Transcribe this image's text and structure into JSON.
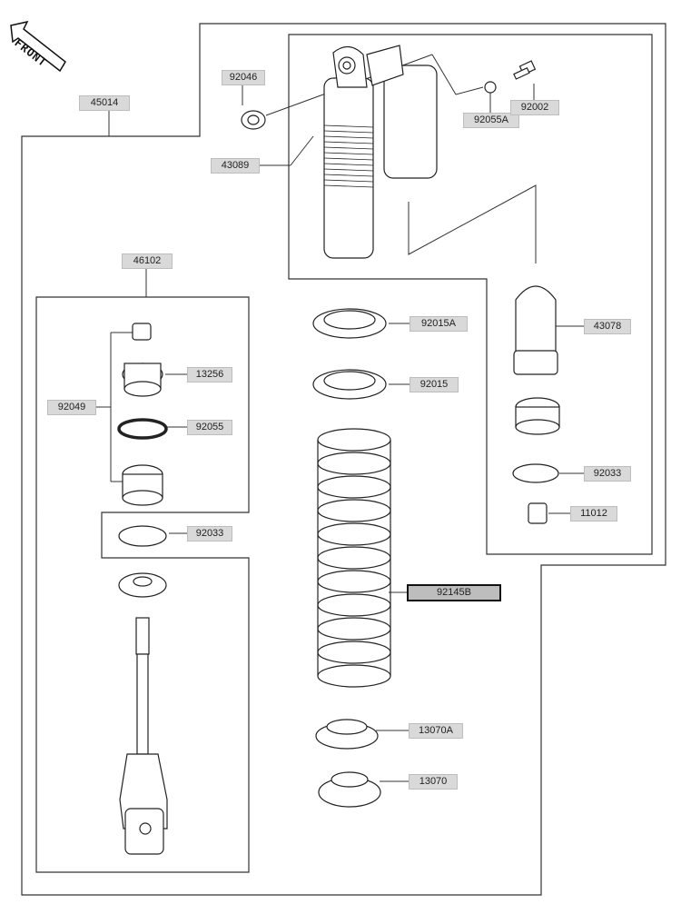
{
  "front_label": "FRONT",
  "parts": {
    "p45014": "45014",
    "p92046": "92046",
    "p43089": "43089",
    "p92055A": "92055A",
    "p92002": "92002",
    "p46102": "46102",
    "p13256": "13256",
    "p92049": "92049",
    "p92055": "92055",
    "p92033a": "92033",
    "p92015A": "92015A",
    "p92015": "92015",
    "p43078": "43078",
    "p92033b": "92033",
    "p11012": "11012",
    "p92145B": "92145B",
    "p13070A": "13070A",
    "p13070": "13070"
  },
  "highlight_color": "#bdbdbd"
}
